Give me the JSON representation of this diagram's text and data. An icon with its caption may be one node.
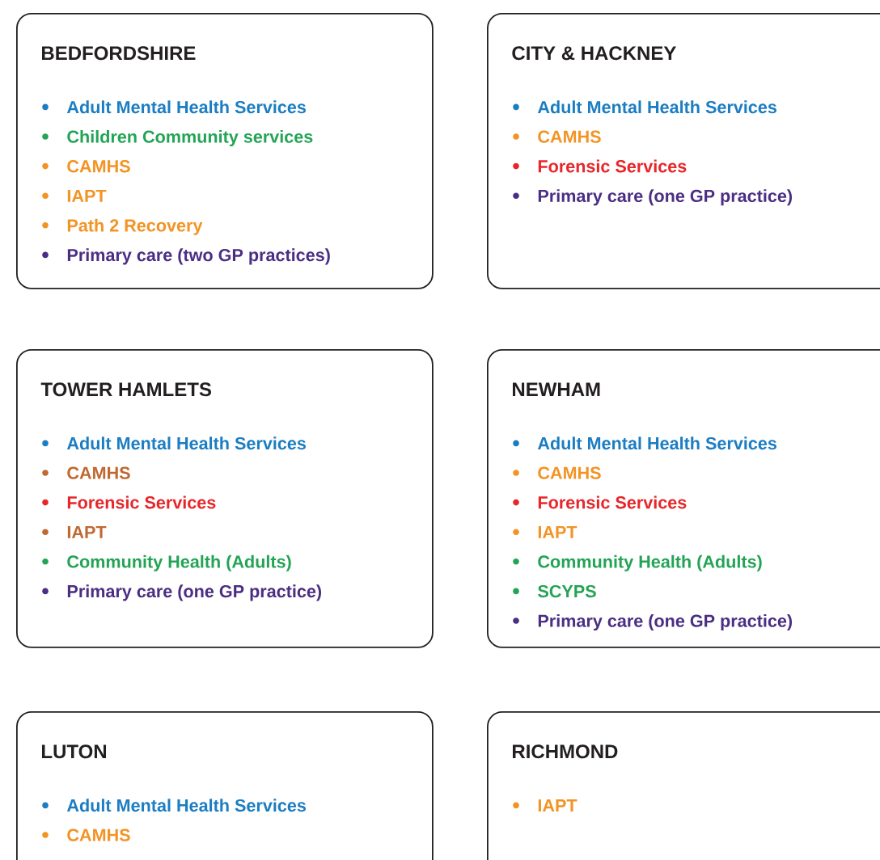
{
  "diagram": {
    "nodes": [
      {
        "text": [
          "BEDFORDSHIRE",
          "Adult Mental Health Services",
          "Children Community services",
          "CAMHS",
          "IAPT",
          "Path 2 Recovery",
          "Primary care (two GP practices)"
        ]
      },
      {
        "text": [
          "CITY & HACKNEY",
          "Adult Mental Health Services",
          "CAMHS",
          "Forensic Services",
          "Primary care (one GP practice)"
        ]
      },
      {
        "text": [
          "TOWER HAMLETS",
          "Adult Mental Health Services",
          "CAMHS",
          "Forensic Services",
          "IAPT",
          "Community Health (Adults)",
          "Primary care (one GP practice)"
        ]
      },
      {
        "text": [
          "NEWHAM",
          "Adult Mental Health Services",
          "CAMHS",
          "Forensic Services",
          "IAPT",
          "Community Health (Adults)",
          "SCYPS",
          "Primary care (one GP practice)"
        ]
      },
      {
        "text": [
          "LUTON",
          "Adult Mental Health Services",
          "CAMHS"
        ]
      },
      {
        "text": [
          "RICHMOND",
          "IAPT"
        ]
      }
    ]
  }
}
